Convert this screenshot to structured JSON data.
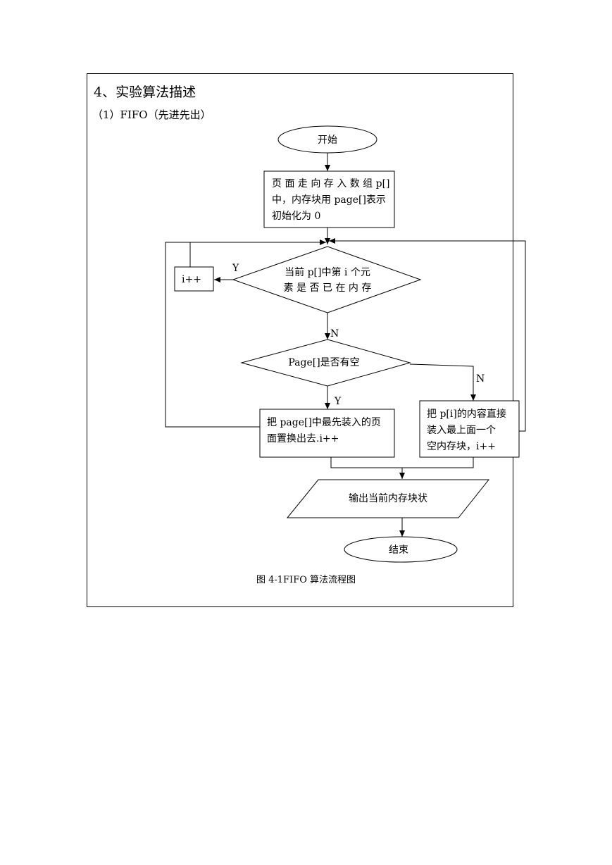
{
  "section": {
    "heading": "4、实验算法描述",
    "subheading": "（1）FIFO（先进先出）"
  },
  "flowchart": {
    "start": "开始",
    "init": [
      "页 面 走 向 存 入 数 组 p[]",
      "中，内存块用 page[]表示",
      "初始化为 0"
    ],
    "check_in_memory": [
      "当前 p[]中第 i 个元",
      "素 是 否 已 在 内 存"
    ],
    "increment": "i++",
    "check_empty": "Page[]是否有空",
    "replace": [
      "把 page[]中最先装入的页",
      "面置换出去.i++"
    ],
    "load": [
      "把 p[i]的内容直接",
      "装入最上面一个",
      "空内存块，i++"
    ],
    "output": "输出当前内存块状",
    "end": "结束",
    "labels": {
      "yes_inc": "Y",
      "no_check": "N",
      "yes_replace": "Y",
      "no_load": "N"
    }
  },
  "caption": "图 4-1FIFO 算法流程图"
}
